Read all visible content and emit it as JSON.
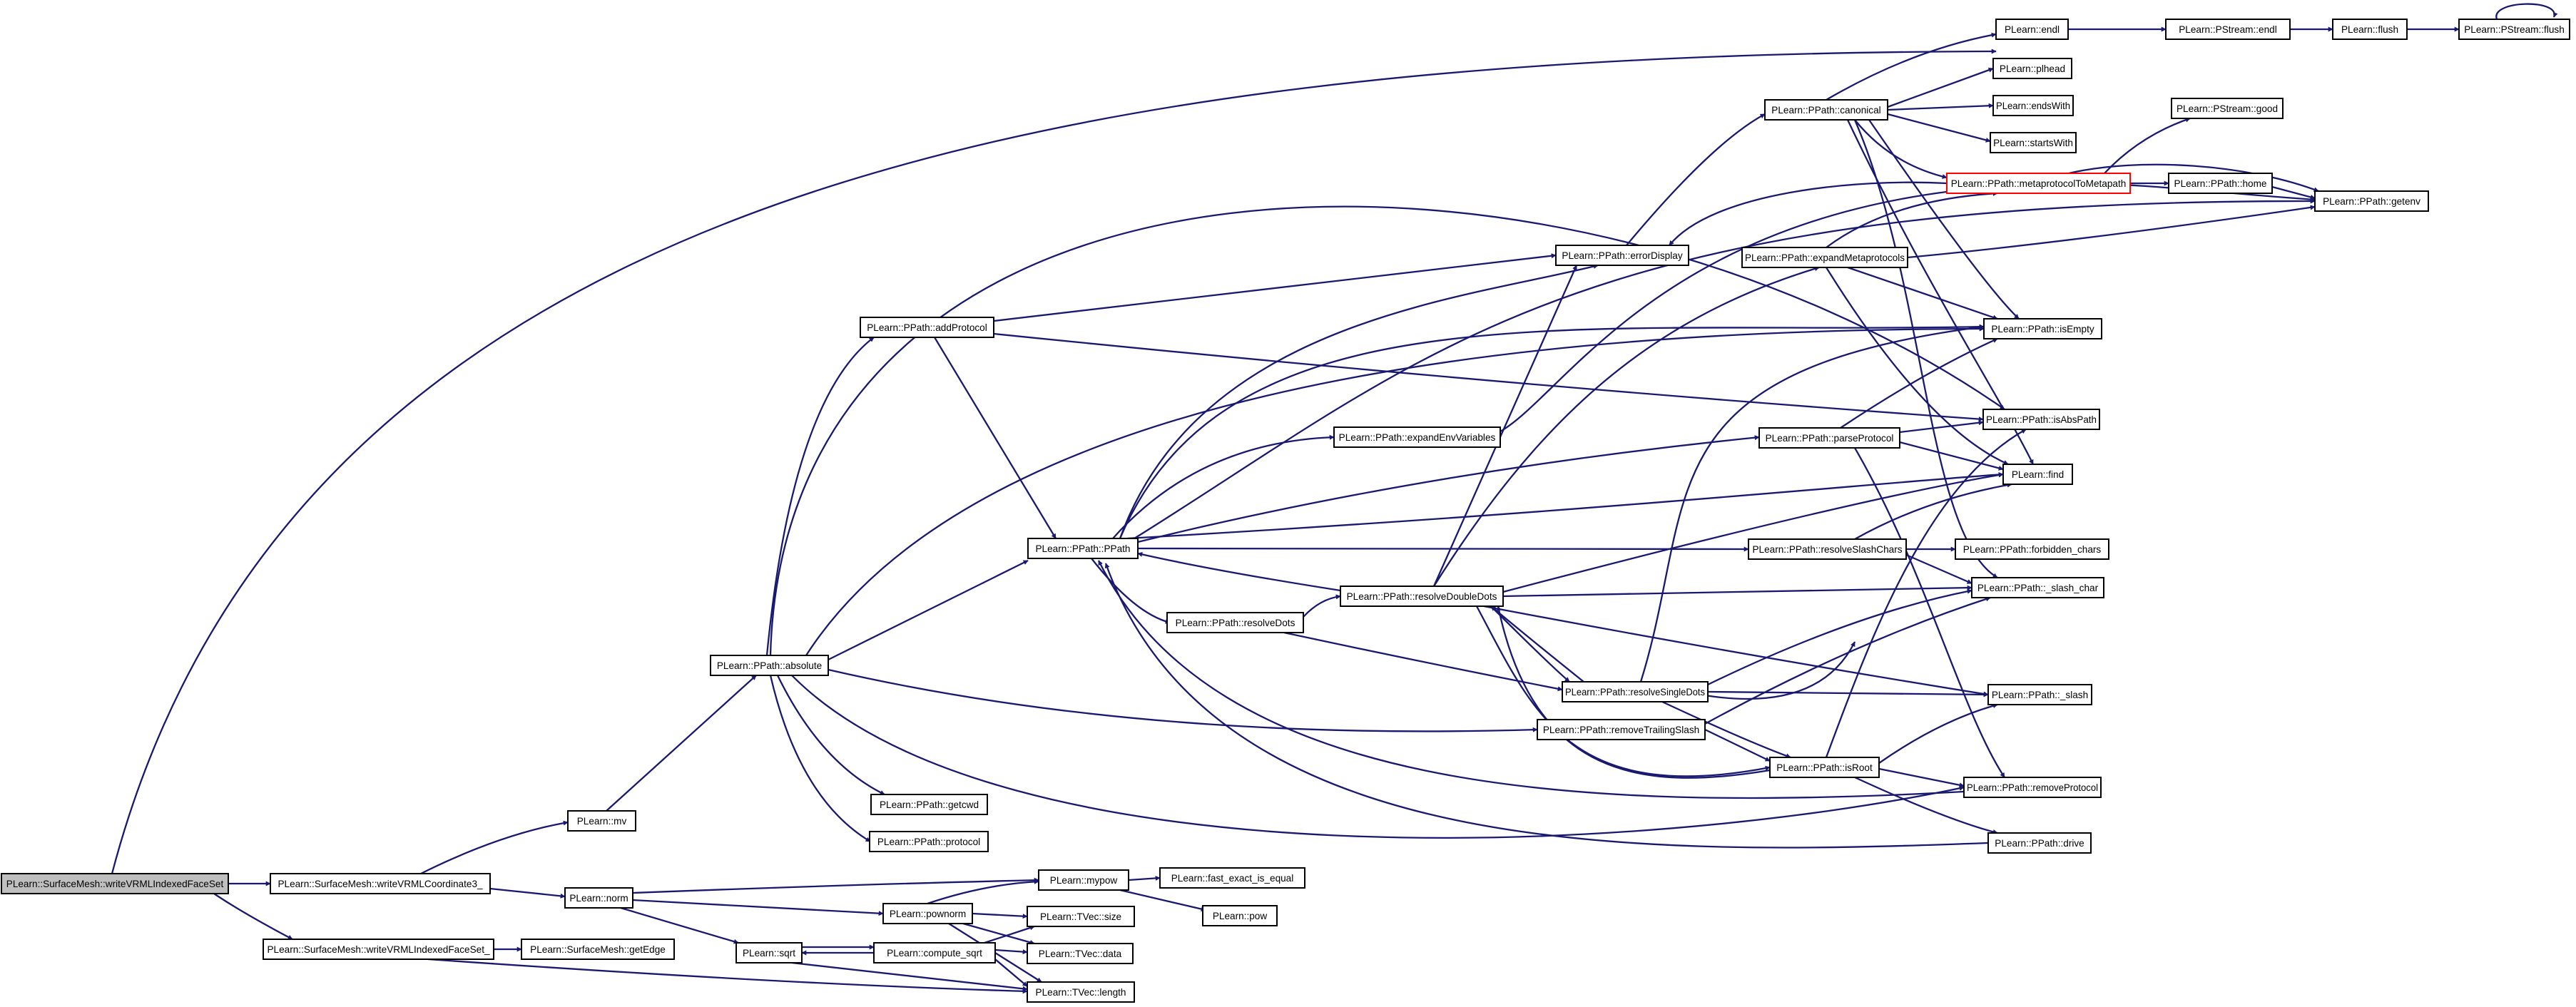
{
  "graph": {
    "edge_color": "#191970",
    "root_fill": "#bfbfbf",
    "highlight_border": "#ff0000",
    "nodes": [
      {
        "id": "root",
        "label": "PLearn::SurfaceMesh::writeVRMLIndexedFaceSet",
        "style": "root"
      },
      {
        "id": "wcoord",
        "label": "PLearn::SurfaceMesh::writeVRMLCoordinate3_"
      },
      {
        "id": "wface",
        "label": "PLearn::SurfaceMesh::writeVRMLIndexedFaceSet_"
      },
      {
        "id": "getEdge",
        "label": "PLearn::SurfaceMesh::getEdge"
      },
      {
        "id": "mv",
        "label": "PLearn::mv"
      },
      {
        "id": "norm",
        "label": "PLearn::norm"
      },
      {
        "id": "absolute",
        "label": "PLearn::PPath::absolute"
      },
      {
        "id": "addProtocol",
        "label": "PLearn::PPath::addProtocol"
      },
      {
        "id": "ppath",
        "label": "PLearn::PPath::PPath"
      },
      {
        "id": "getcwd",
        "label": "PLearn::PPath::getcwd"
      },
      {
        "id": "protocol",
        "label": "PLearn::PPath::protocol"
      },
      {
        "id": "sqrt",
        "label": "PLearn::sqrt"
      },
      {
        "id": "compute_sqrt",
        "label": "PLearn::compute_sqrt"
      },
      {
        "id": "mypow",
        "label": "PLearn::mypow"
      },
      {
        "id": "pownorm",
        "label": "PLearn::pownorm"
      },
      {
        "id": "tsize",
        "label": "PLearn::TVec::size"
      },
      {
        "id": "tdata",
        "label": "PLearn::TVec::data"
      },
      {
        "id": "tlength",
        "label": "PLearn::TVec::length"
      },
      {
        "id": "fast_exact",
        "label": "PLearn::fast_exact_is_equal"
      },
      {
        "id": "pow",
        "label": "PLearn::pow"
      },
      {
        "id": "resolveDots",
        "label": "PLearn::PPath::resolveDots"
      },
      {
        "id": "expandEnv",
        "label": "PLearn::PPath::expandEnvVariables"
      },
      {
        "id": "resolveDoubleDots",
        "label": "PLearn::PPath::resolveDoubleDots"
      },
      {
        "id": "errorDisplay",
        "label": "PLearn::PPath::errorDisplay"
      },
      {
        "id": "canonical",
        "label": "PLearn::PPath::canonical"
      },
      {
        "id": "resolveSingleDots",
        "label": "PLearn::PPath::resolveSingleDots"
      },
      {
        "id": "removeTrailing",
        "label": "PLearn::PPath::removeTrailingSlash"
      },
      {
        "id": "expandMeta",
        "label": "PLearn::PPath::expandMetaprotocols"
      },
      {
        "id": "parseProtocol",
        "label": "PLearn::PPath::parseProtocol"
      },
      {
        "id": "resolveSlashChars",
        "label": "PLearn::PPath::resolveSlashChars"
      },
      {
        "id": "isRoot",
        "label": "PLearn::PPath::isRoot"
      },
      {
        "id": "endl",
        "label": "PLearn::endl"
      },
      {
        "id": "plhead",
        "label": "PLearn::plhead"
      },
      {
        "id": "endsWith",
        "label": "PLearn::endsWith"
      },
      {
        "id": "startsWith",
        "label": "PLearn::startsWith"
      },
      {
        "id": "metaToMeta",
        "label": "PLearn::PPath::metaprotocolToMetapath",
        "style": "red"
      },
      {
        "id": "isEmpty",
        "label": "PLearn::PPath::isEmpty"
      },
      {
        "id": "isAbsPath",
        "label": "PLearn::PPath::isAbsPath"
      },
      {
        "id": "find",
        "label": "PLearn::find"
      },
      {
        "id": "forbidden",
        "label": "PLearn::PPath::forbidden_chars"
      },
      {
        "id": "slash_char",
        "label": "PLearn::PPath::_slash_char"
      },
      {
        "id": "slash",
        "label": "PLearn::PPath::_slash"
      },
      {
        "id": "removeProtocol",
        "label": "PLearn::PPath::removeProtocol"
      },
      {
        "id": "drive",
        "label": "PLearn::PPath::drive"
      },
      {
        "id": "psendl",
        "label": "PLearn::PStream::endl"
      },
      {
        "id": "psgood",
        "label": "PLearn::PStream::good"
      },
      {
        "id": "home",
        "label": "PLearn::PPath::home"
      },
      {
        "id": "flush",
        "label": "PLearn::flush"
      },
      {
        "id": "getenv",
        "label": "PLearn::PPath::getenv"
      },
      {
        "id": "psflush",
        "label": "PLearn::PStream::flush"
      }
    ]
  }
}
